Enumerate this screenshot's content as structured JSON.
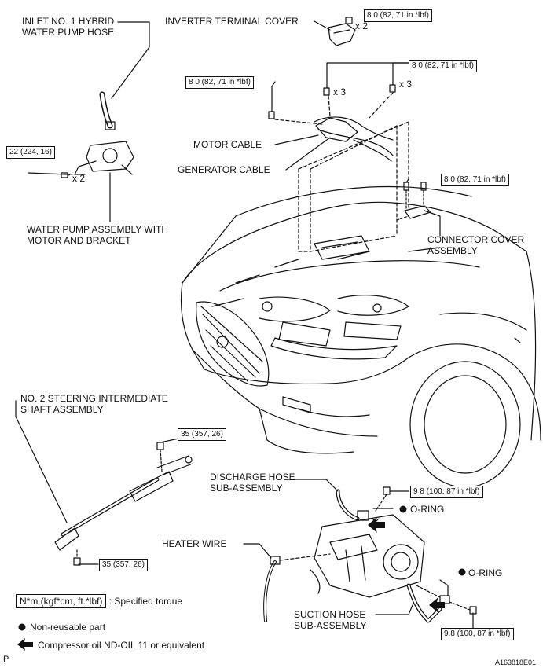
{
  "labels": {
    "inlet_hose": [
      "INLET NO. 1 HYBRID",
      "WATER PUMP HOSE"
    ],
    "inverter_cover": "INVERTER TERMINAL COVER",
    "motor_cable": "MOTOR CABLE",
    "generator_cable": "GENERATOR CABLE",
    "water_pump": [
      "WATER PUMP ASSEMBLY WITH",
      "MOTOR AND BRACKET"
    ],
    "connector_cover": [
      "CONNECTOR COVER",
      "ASSEMBLY"
    ],
    "steering_shaft": [
      "NO. 2 STEERING INTERMEDIATE",
      "SHAFT ASSEMBLY"
    ],
    "discharge_hose": [
      "DISCHARGE HOSE",
      "SUB-ASSEMBLY"
    ],
    "oring_top": "O-RING",
    "oring_bottom": "O-RING",
    "heater_wire": "HEATER WIRE",
    "suction_hose": [
      "SUCTION HOSE",
      "SUB-ASSEMBLY"
    ]
  },
  "torques": {
    "inverter_cover": "8 0 (82, 71 in *lbf)",
    "inverter_bolts": "8 0 (82, 71 in *lbf)",
    "cable_bolt": "8 0 (82, 71 in *lbf)",
    "water_pump": "22 (224, 16)",
    "connector_cover": "8 0 (82, 71 in *lbf)",
    "steering_top": "35 (357, 26)",
    "steering_bottom": "35 (357, 26)",
    "discharge": "9 8 (100, 87 in *lbf)",
    "suction": "9.8 (100, 87 in *lbf)"
  },
  "quantities": {
    "inverter_cover": "x 2",
    "inverter_left": "x 3",
    "inverter_right": "x 3",
    "water_pump": "x 2"
  },
  "legend": {
    "torque_unit": "N*m (kgf*cm, ft.*lbf)",
    "torque_desc": ": Specified torque",
    "non_reusable": "Non-reusable part",
    "compressor_oil": "Compressor oil ND-OIL 11 or equivalent"
  },
  "corner": {
    "left": "P",
    "right": "A163818E01"
  }
}
